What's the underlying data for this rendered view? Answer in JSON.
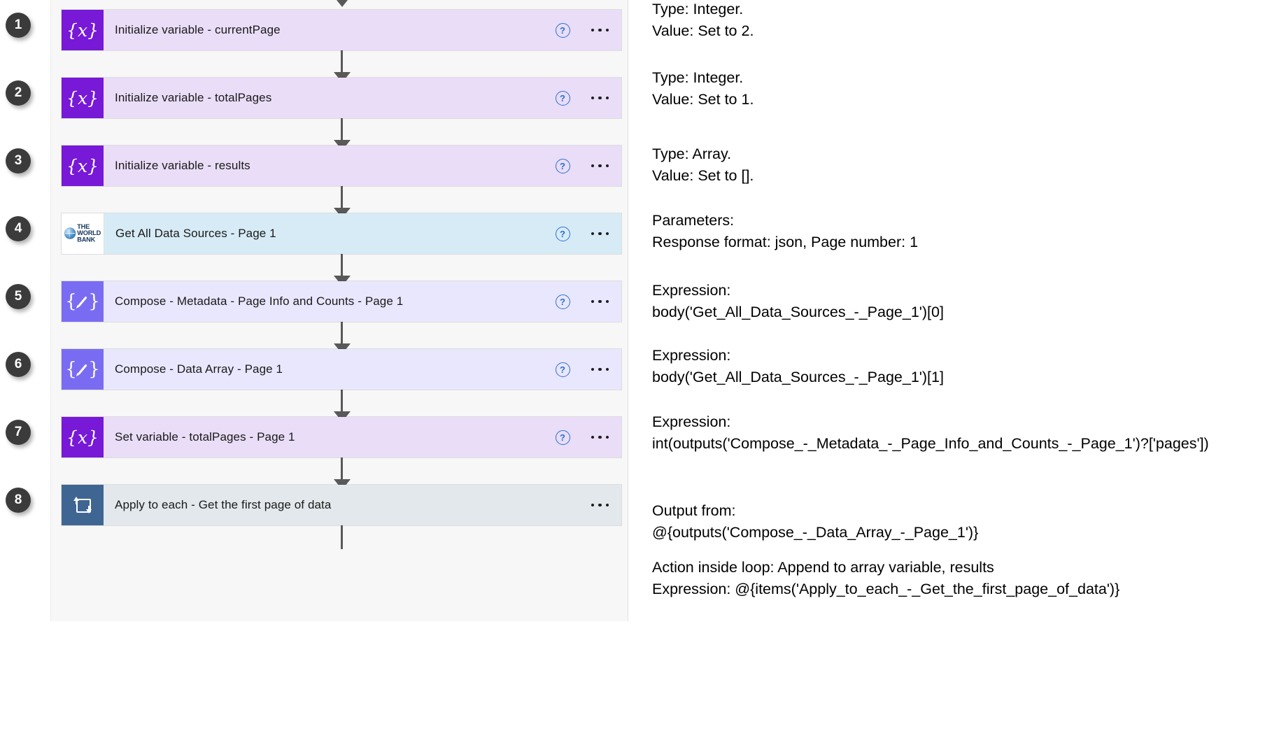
{
  "flow": {
    "steps": [
      {
        "number": "1",
        "title": "Initialize variable - currentPage",
        "icon": "variable-icon",
        "kind": "variable",
        "help": "?",
        "has_help": true,
        "has_more": true
      },
      {
        "number": "2",
        "title": "Initialize variable - totalPages",
        "icon": "variable-icon",
        "kind": "variable",
        "help": "?",
        "has_help": true,
        "has_more": true
      },
      {
        "number": "3",
        "title": "Initialize variable - results",
        "icon": "variable-icon",
        "kind": "variable",
        "help": "?",
        "has_help": true,
        "has_more": true
      },
      {
        "number": "4",
        "title": "Get All Data Sources - Page 1",
        "icon": "world-bank-icon",
        "kind": "connector",
        "help": "?",
        "has_help": true,
        "has_more": true,
        "logo_lines": [
          "THE",
          "WORLD",
          "BANK"
        ]
      },
      {
        "number": "5",
        "title": "Compose - Metadata - Page Info and Counts - Page 1",
        "icon": "compose-icon",
        "kind": "compose",
        "help": "?",
        "has_help": true,
        "has_more": true
      },
      {
        "number": "6",
        "title": "Compose - Data Array - Page 1",
        "icon": "compose-icon",
        "kind": "compose",
        "help": "?",
        "has_help": true,
        "has_more": true
      },
      {
        "number": "7",
        "title": "Set variable - totalPages - Page 1",
        "icon": "variable-icon",
        "kind": "variable",
        "help": "?",
        "has_help": true,
        "has_more": true
      },
      {
        "number": "8",
        "title": "Apply to each - Get the first page of data",
        "icon": "loop-icon",
        "kind": "loop",
        "help": "",
        "has_help": false,
        "has_more": true
      }
    ]
  },
  "annotations": [
    {
      "id": "note-1",
      "lines": [
        "Type: Integer.",
        "Value: Set to 2."
      ]
    },
    {
      "id": "note-2",
      "lines": [
        "Type: Integer.",
        "Value: Set to 1."
      ]
    },
    {
      "id": "note-3",
      "lines": [
        "Type: Array.",
        "Value: Set to []."
      ]
    },
    {
      "id": "note-4",
      "lines": [
        "Parameters:",
        "Response format: json, Page number: 1"
      ]
    },
    {
      "id": "note-5",
      "lines": [
        "Expression:",
        "body('Get_All_Data_Sources_-_Page_1')[0]"
      ]
    },
    {
      "id": "note-6",
      "lines": [
        "Expression:",
        "body('Get_All_Data_Sources_-_Page_1')[1]"
      ]
    },
    {
      "id": "note-7",
      "lines": [
        "Expression:",
        "int(outputs('Compose_-_Metadata_-_Page_Info_and_Counts_-_Page_1')?['pages'])"
      ]
    },
    {
      "id": "note-8",
      "lines": [
        "Output from:",
        "@{outputs('Compose_-_Data_Array_-_Page_1')}"
      ]
    },
    {
      "id": "note-9",
      "lines": [
        "Action inside loop: Append to array variable, results",
        "Expression: @{items('Apply_to_each_-_Get_the_first_page_of_data')}"
      ]
    }
  ],
  "colors": {
    "variable_icon": "#7719d6",
    "variable_body": "#e9ddf7",
    "compose_icon": "#7a6cf2",
    "compose_body": "#e9e7fd",
    "connector_body": "#d7ebf7",
    "loop_icon": "#3f6692",
    "loop_body": "#e2e8ec",
    "badge": "#3b3b3b",
    "arrow": "#595959",
    "help": "#2a6fd6",
    "panel": "#f7f7f7"
  }
}
